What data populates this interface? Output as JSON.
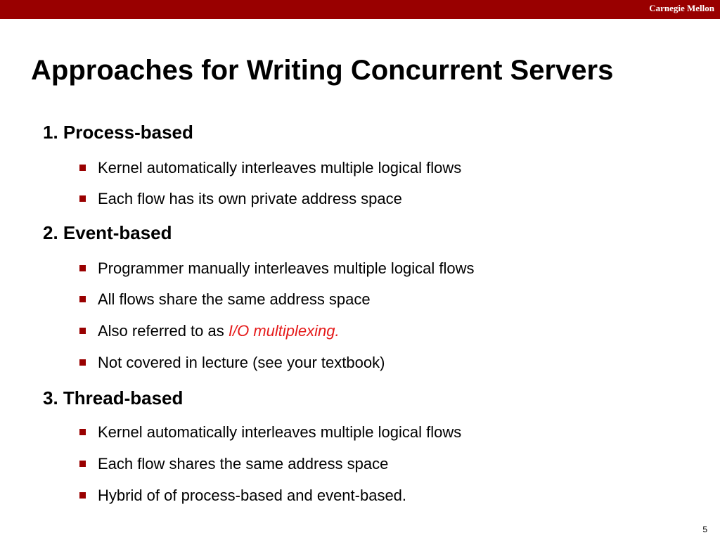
{
  "header": {
    "brand": "Carnegie Mellon",
    "bar_color": "#990000"
  },
  "slide": {
    "title": "Approaches for Writing Concurrent Servers",
    "sections": [
      {
        "heading": "1. Process-based",
        "bullets": [
          "Kernel automatically interleaves multiple logical flows",
          "Each flow has its own private address space"
        ]
      },
      {
        "heading": "2. Event-based",
        "bullets": [
          "Programmer manually interleaves multiple logical flows",
          "All flows share the same address space",
          "Also referred to as ",
          "Not covered in lecture (see your textbook)"
        ],
        "emphasis": "I/O multiplexing."
      },
      {
        "heading": "3. Thread-based",
        "bullets": [
          "Kernel automatically interleaves multiple logical flows",
          "Each flow shares the same address space",
          "Hybrid of of process-based and event-based."
        ]
      }
    ],
    "page_number": "5",
    "accent_color": "#990000",
    "emphasis_color": "#e51919"
  }
}
